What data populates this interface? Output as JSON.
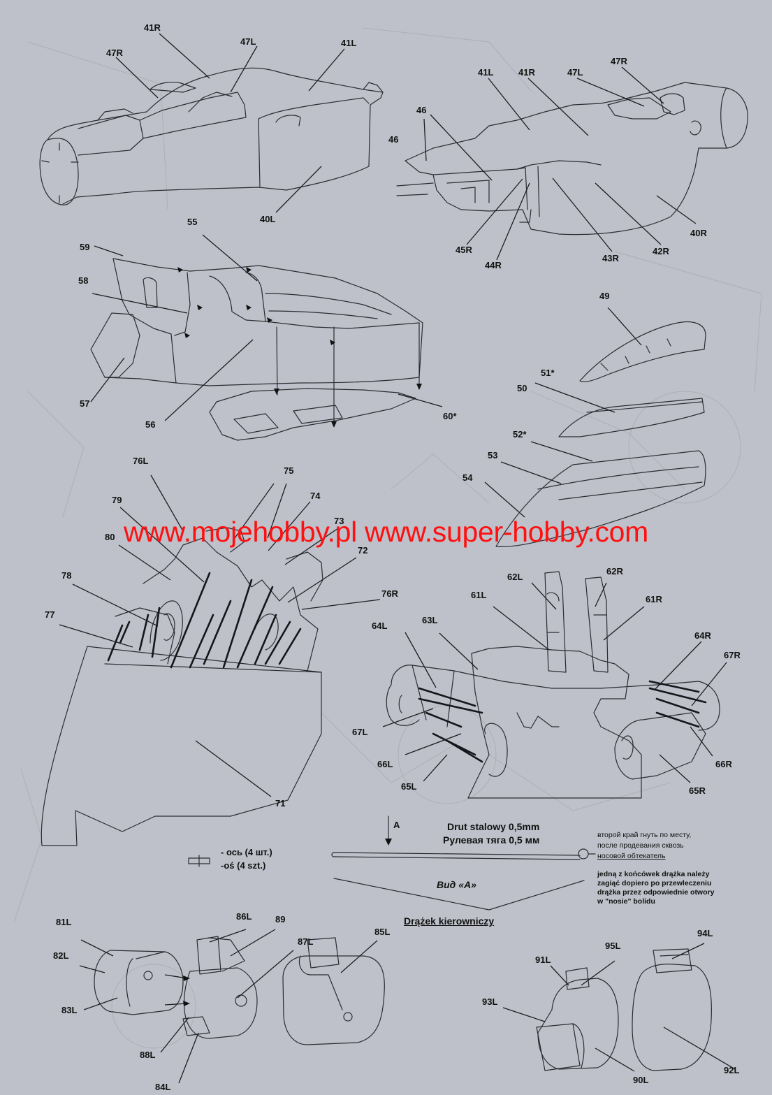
{
  "watermark": "www.mojehobby.pl www.super-hobby.com",
  "callouts": {
    "c41R_a": "41R",
    "c47L_a": "47L",
    "c41L_a": "41L",
    "c47R_a": "47R",
    "c40L": "40L",
    "c41L_b": "41L",
    "c41R_b": "41R",
    "c47L_b": "47L",
    "c47R_b": "47R",
    "c46_a": "46",
    "c46_b": "46",
    "c40R": "40R",
    "c42R": "42R",
    "c43R": "43R",
    "c44R": "44R",
    "c45R": "45R",
    "c59": "59",
    "c55": "55",
    "c58": "58",
    "c57": "57",
    "c56": "56",
    "c60": "60*",
    "c49": "49",
    "c51": "51*",
    "c50": "50",
    "c52": "52*",
    "c53": "53",
    "c54": "54",
    "c76L": "76L",
    "c75": "75",
    "c74": "74",
    "c79": "79",
    "c73": "73",
    "c80": "80",
    "c72": "72",
    "c78": "78",
    "c76R": "76R",
    "c77": "77",
    "c71": "71",
    "c62L": "62L",
    "c62R": "62R",
    "c61L": "61L",
    "c61R": "61R",
    "c63L": "63L",
    "c64L": "64L",
    "c64R": "64R",
    "c67R": "67R",
    "c67L": "67L",
    "c66L": "66L",
    "c65L": "65L",
    "c66R": "66R",
    "c65R": "65R",
    "c86L": "86L",
    "c89": "89",
    "c81L": "81L",
    "c87L": "87L",
    "c85L": "85L",
    "c82L": "82L",
    "c83L": "83L",
    "c88L": "88L",
    "c84L": "84L",
    "c95L": "95L",
    "c94L": "94L",
    "c91L": "91L",
    "c93L": "93L",
    "c90L": "90L",
    "c92L": "92L"
  },
  "notes": {
    "letter_a": "A",
    "wire_pl": "Drut stalowy 0,5mm",
    "wire_ru": "Рулевая тяга 0,5 мм",
    "view_a": "Вид «А»",
    "steering_rod": "Drążek kierowniczy",
    "axle_ru": "- ось (4 шт.)",
    "axle_pl": "-oś (4 szt.)",
    "ru_line1": "второй край гнуть по месту,",
    "ru_line2": "после продевания сквозь",
    "ru_line3": "носовой обтекатель",
    "pl_line1": "jedną z końcówek drążka należy",
    "pl_line2": "zagiąć dopiero po przewleczeniu",
    "pl_line3": "drążka przez odpowiednie otwory",
    "pl_line4": "w \"nosie\" bolidu"
  }
}
